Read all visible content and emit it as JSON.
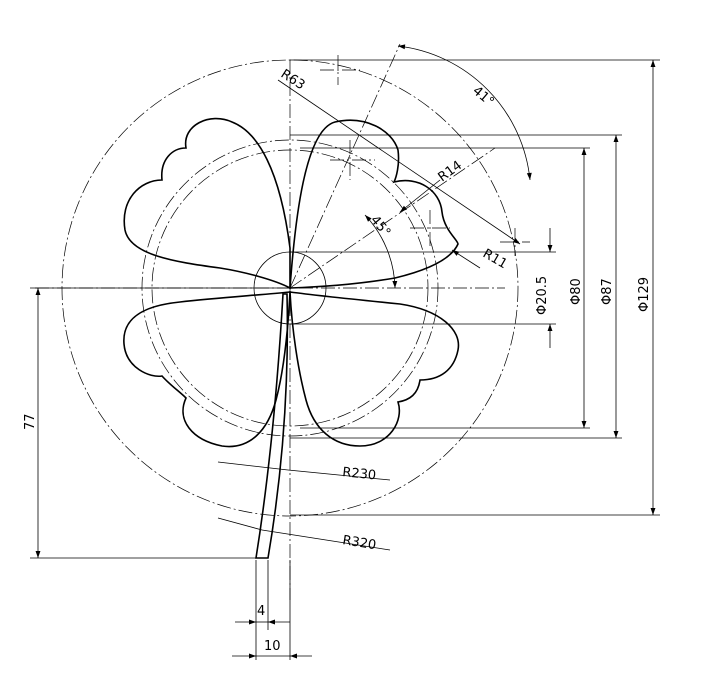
{
  "dimensions": {
    "r63": "R63",
    "angle41": "41°",
    "r14": "R14",
    "angle45": "45°",
    "r11": "R11",
    "dia205": "Φ20.5",
    "dia80": "Φ80",
    "dia87": "Φ87",
    "dia129": "Φ129",
    "len77": "77",
    "r230": "R230",
    "r320": "R320",
    "w4": "4",
    "w10": "10"
  }
}
